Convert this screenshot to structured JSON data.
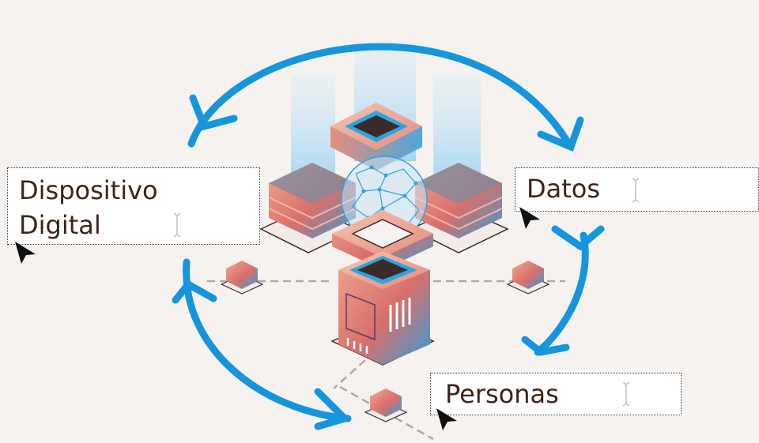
{
  "labels": {
    "device_line1": "Dispositivo",
    "device_line2": "Digital",
    "data": "Datos",
    "people": "Personas"
  },
  "colors": {
    "arrow": "#1596dc",
    "background": "#f5f2f0",
    "text": "#3d2418",
    "server_warm": "#e07a68",
    "server_cool": "#2aa6e0",
    "dashed_line": "#a8a0a0"
  },
  "icons": [
    "cycle-arrow-icon",
    "text-cursor-icon",
    "mouse-pointer-icon",
    "server-icon",
    "globe-icon"
  ]
}
